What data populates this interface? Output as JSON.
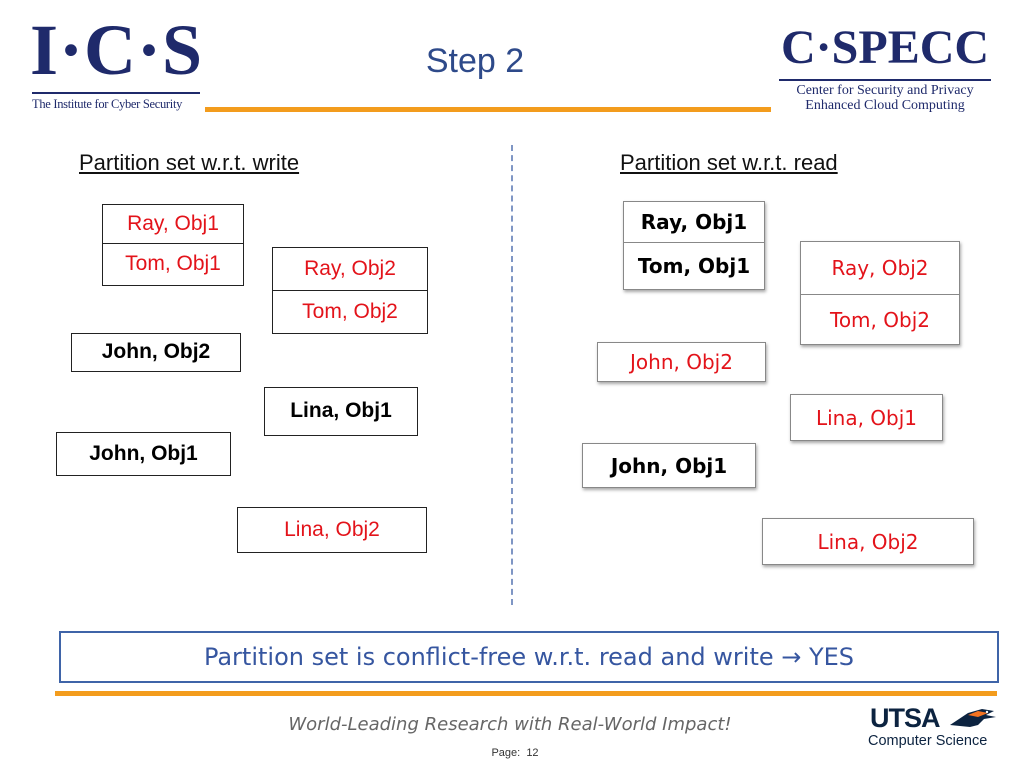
{
  "header": {
    "left_logo_mark": "I·C·S",
    "left_logo_subtitle": "The Institute for Cyber Security",
    "title": "Step 2",
    "right_logo_mark": "C·SPECC",
    "right_logo_line1": "Center for Security and Privacy",
    "right_logo_line2": "Enhanced Cloud Computing"
  },
  "write": {
    "heading": "Partition set  w.r.t. write",
    "b1": [
      "Ray, Obj1",
      "Tom, Obj1"
    ],
    "b2": [
      "Ray, Obj2",
      "Tom, Obj2"
    ],
    "b3": "John, Obj2",
    "b4": "Lina, Obj1",
    "b5": "John, Obj1",
    "b6": "Lina, Obj2"
  },
  "read": {
    "heading": "Partition set w.r.t. read",
    "b1": [
      "Ray, Obj1",
      "Tom, Obj1"
    ],
    "b2": [
      "Ray, Obj2",
      "Tom, Obj2"
    ],
    "b3": "John, Obj2",
    "b4": "Lina, Obj1",
    "b5": "John, Obj1",
    "b6": "Lina, Obj2"
  },
  "colors": {
    "accent_orange": "#f39c1d",
    "text_red": "#e3131a",
    "brand_blue": "#3656a0"
  },
  "conclusion": "Partition set is conflict-free w.r.t. read and write → YES",
  "footer": {
    "tagline": "World-Leading Research with Real-World Impact!",
    "page_label": "Page:",
    "page_number": "12",
    "utsa_mark": "UTSA",
    "utsa_sub": "Computer Science"
  }
}
